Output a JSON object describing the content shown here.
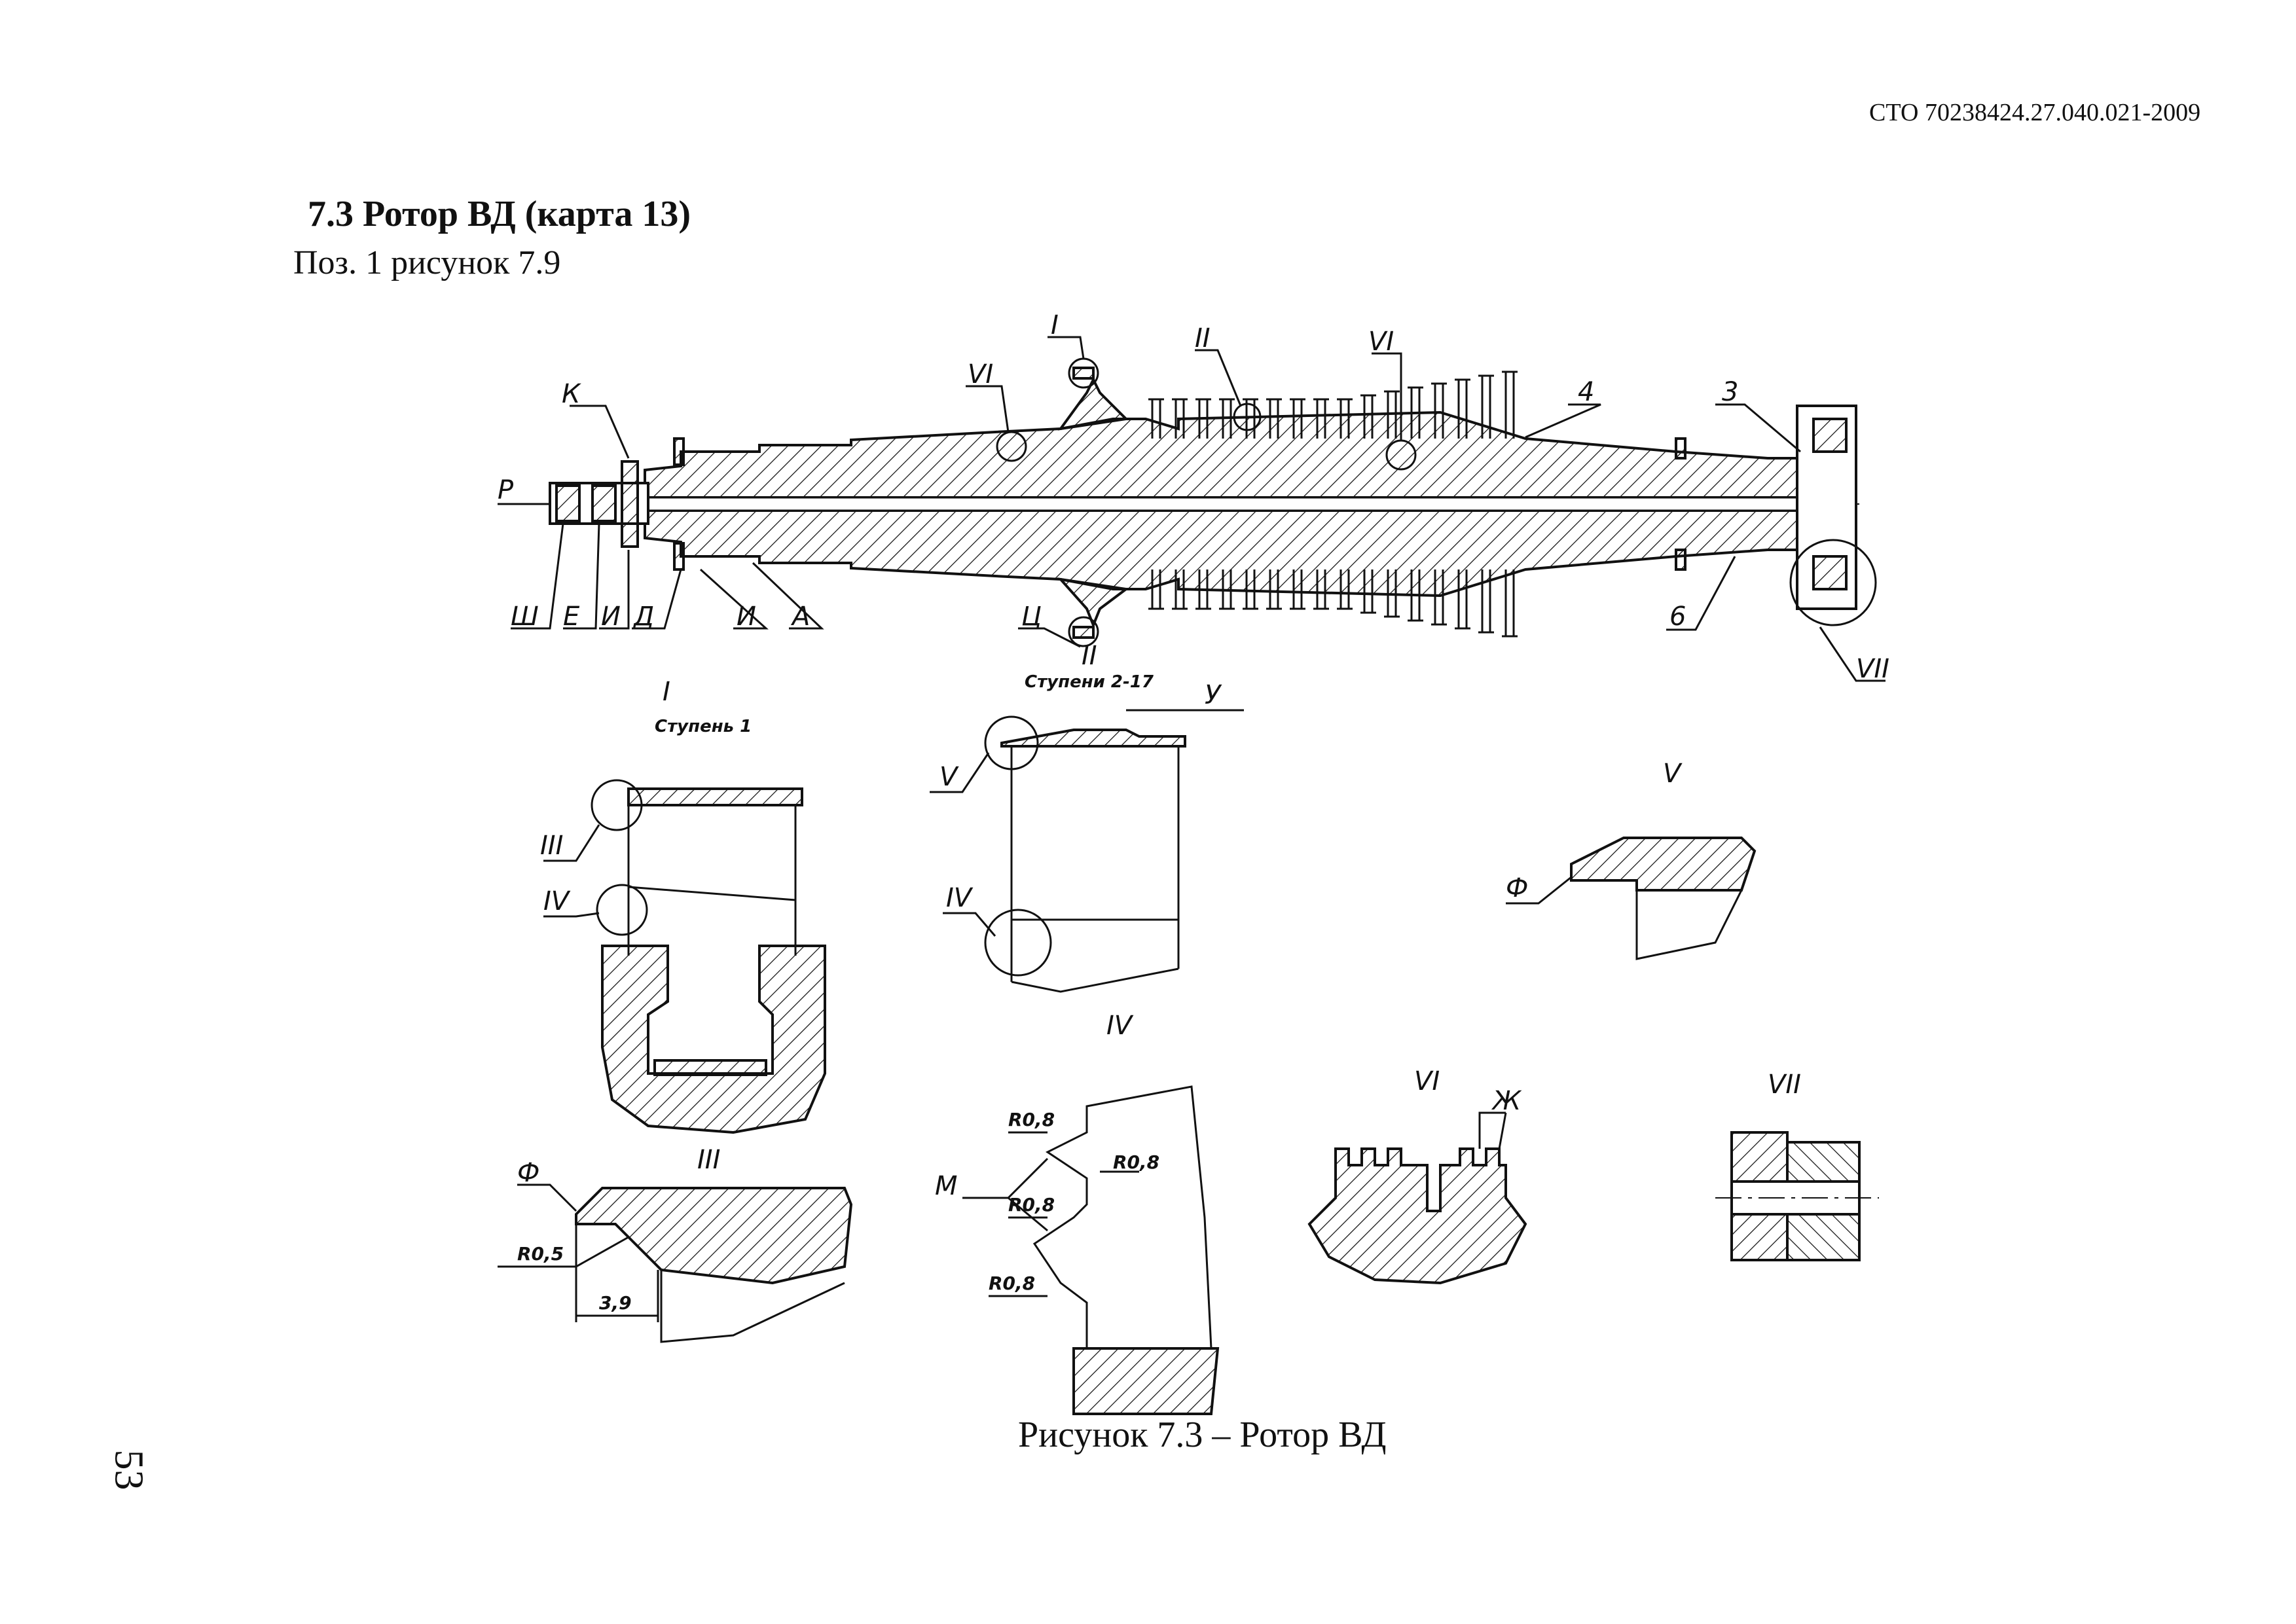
{
  "header": {
    "doc_code": "СТО 70238424.27.040.021-2009"
  },
  "section": {
    "title": "7.3 Ротор ВД (карта 13)",
    "subtitle": "Поз. 1 рисунок 7.9"
  },
  "figure": {
    "caption": "Рисунок 7.3 – Ротор ВД",
    "main_labels": {
      "p": "Р",
      "k": "К",
      "sh": "Ш",
      "e": "Е",
      "i1": "И",
      "d": "Д",
      "i2": "И",
      "a": "А",
      "ts": "Ц",
      "vi_left": "VI",
      "i_top": "I",
      "ii_top": "II",
      "vi_right": "VI",
      "n4": "4",
      "n3": "3",
      "n6": "6",
      "vii": "VII"
    },
    "detail_I": {
      "title": "I",
      "subtitle": "Ступень 1",
      "label_iii": "III",
      "label_iv": "IV"
    },
    "detail_II": {
      "title": "II",
      "subtitle": "Ступени 2-17",
      "label_u": "У",
      "label_v": "V",
      "label_iv": "IV"
    },
    "detail_V": {
      "title": "V",
      "label_f": "Ф"
    },
    "detail_IV": {
      "title": "IV",
      "label_m": "М",
      "r1": "R0,8",
      "r2": "R0,8",
      "r3": "R0,8",
      "r4": "R0,8"
    },
    "detail_VI": {
      "title": "VI",
      "label_zh": "Ж"
    },
    "detail_VII": {
      "title": "VII"
    },
    "detail_III": {
      "title": "III",
      "label_f": "Ф",
      "r": "R0,5",
      "dim": "3,9"
    }
  },
  "page_number": "53"
}
